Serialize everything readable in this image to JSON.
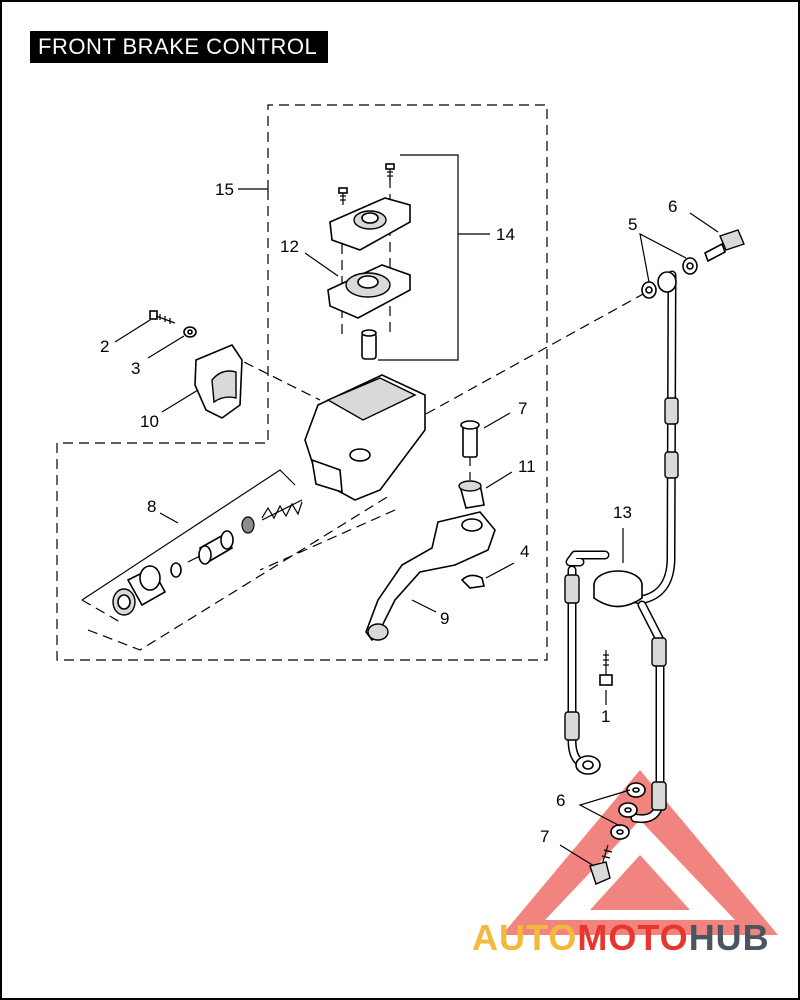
{
  "title": "FRONT BRAKE  CONTROL",
  "callouts": {
    "c15": "15",
    "c14": "14",
    "c12": "12",
    "c2": "2",
    "c3": "3",
    "c10": "10",
    "c8": "8",
    "c7a": "7",
    "c11": "11",
    "c4": "4",
    "c9": "9",
    "c13": "13",
    "c5": "5",
    "c6a": "6",
    "c1": "1",
    "c6b": "6",
    "c7b": "7"
  },
  "watermark": {
    "part1": "AUTO",
    "part2": "MOTO",
    "part3": "HUB",
    "colors": {
      "auto": "#f2b93b",
      "moto": "#e8362f",
      "hub": "#4a5560",
      "triangle": "#e8362f"
    }
  }
}
